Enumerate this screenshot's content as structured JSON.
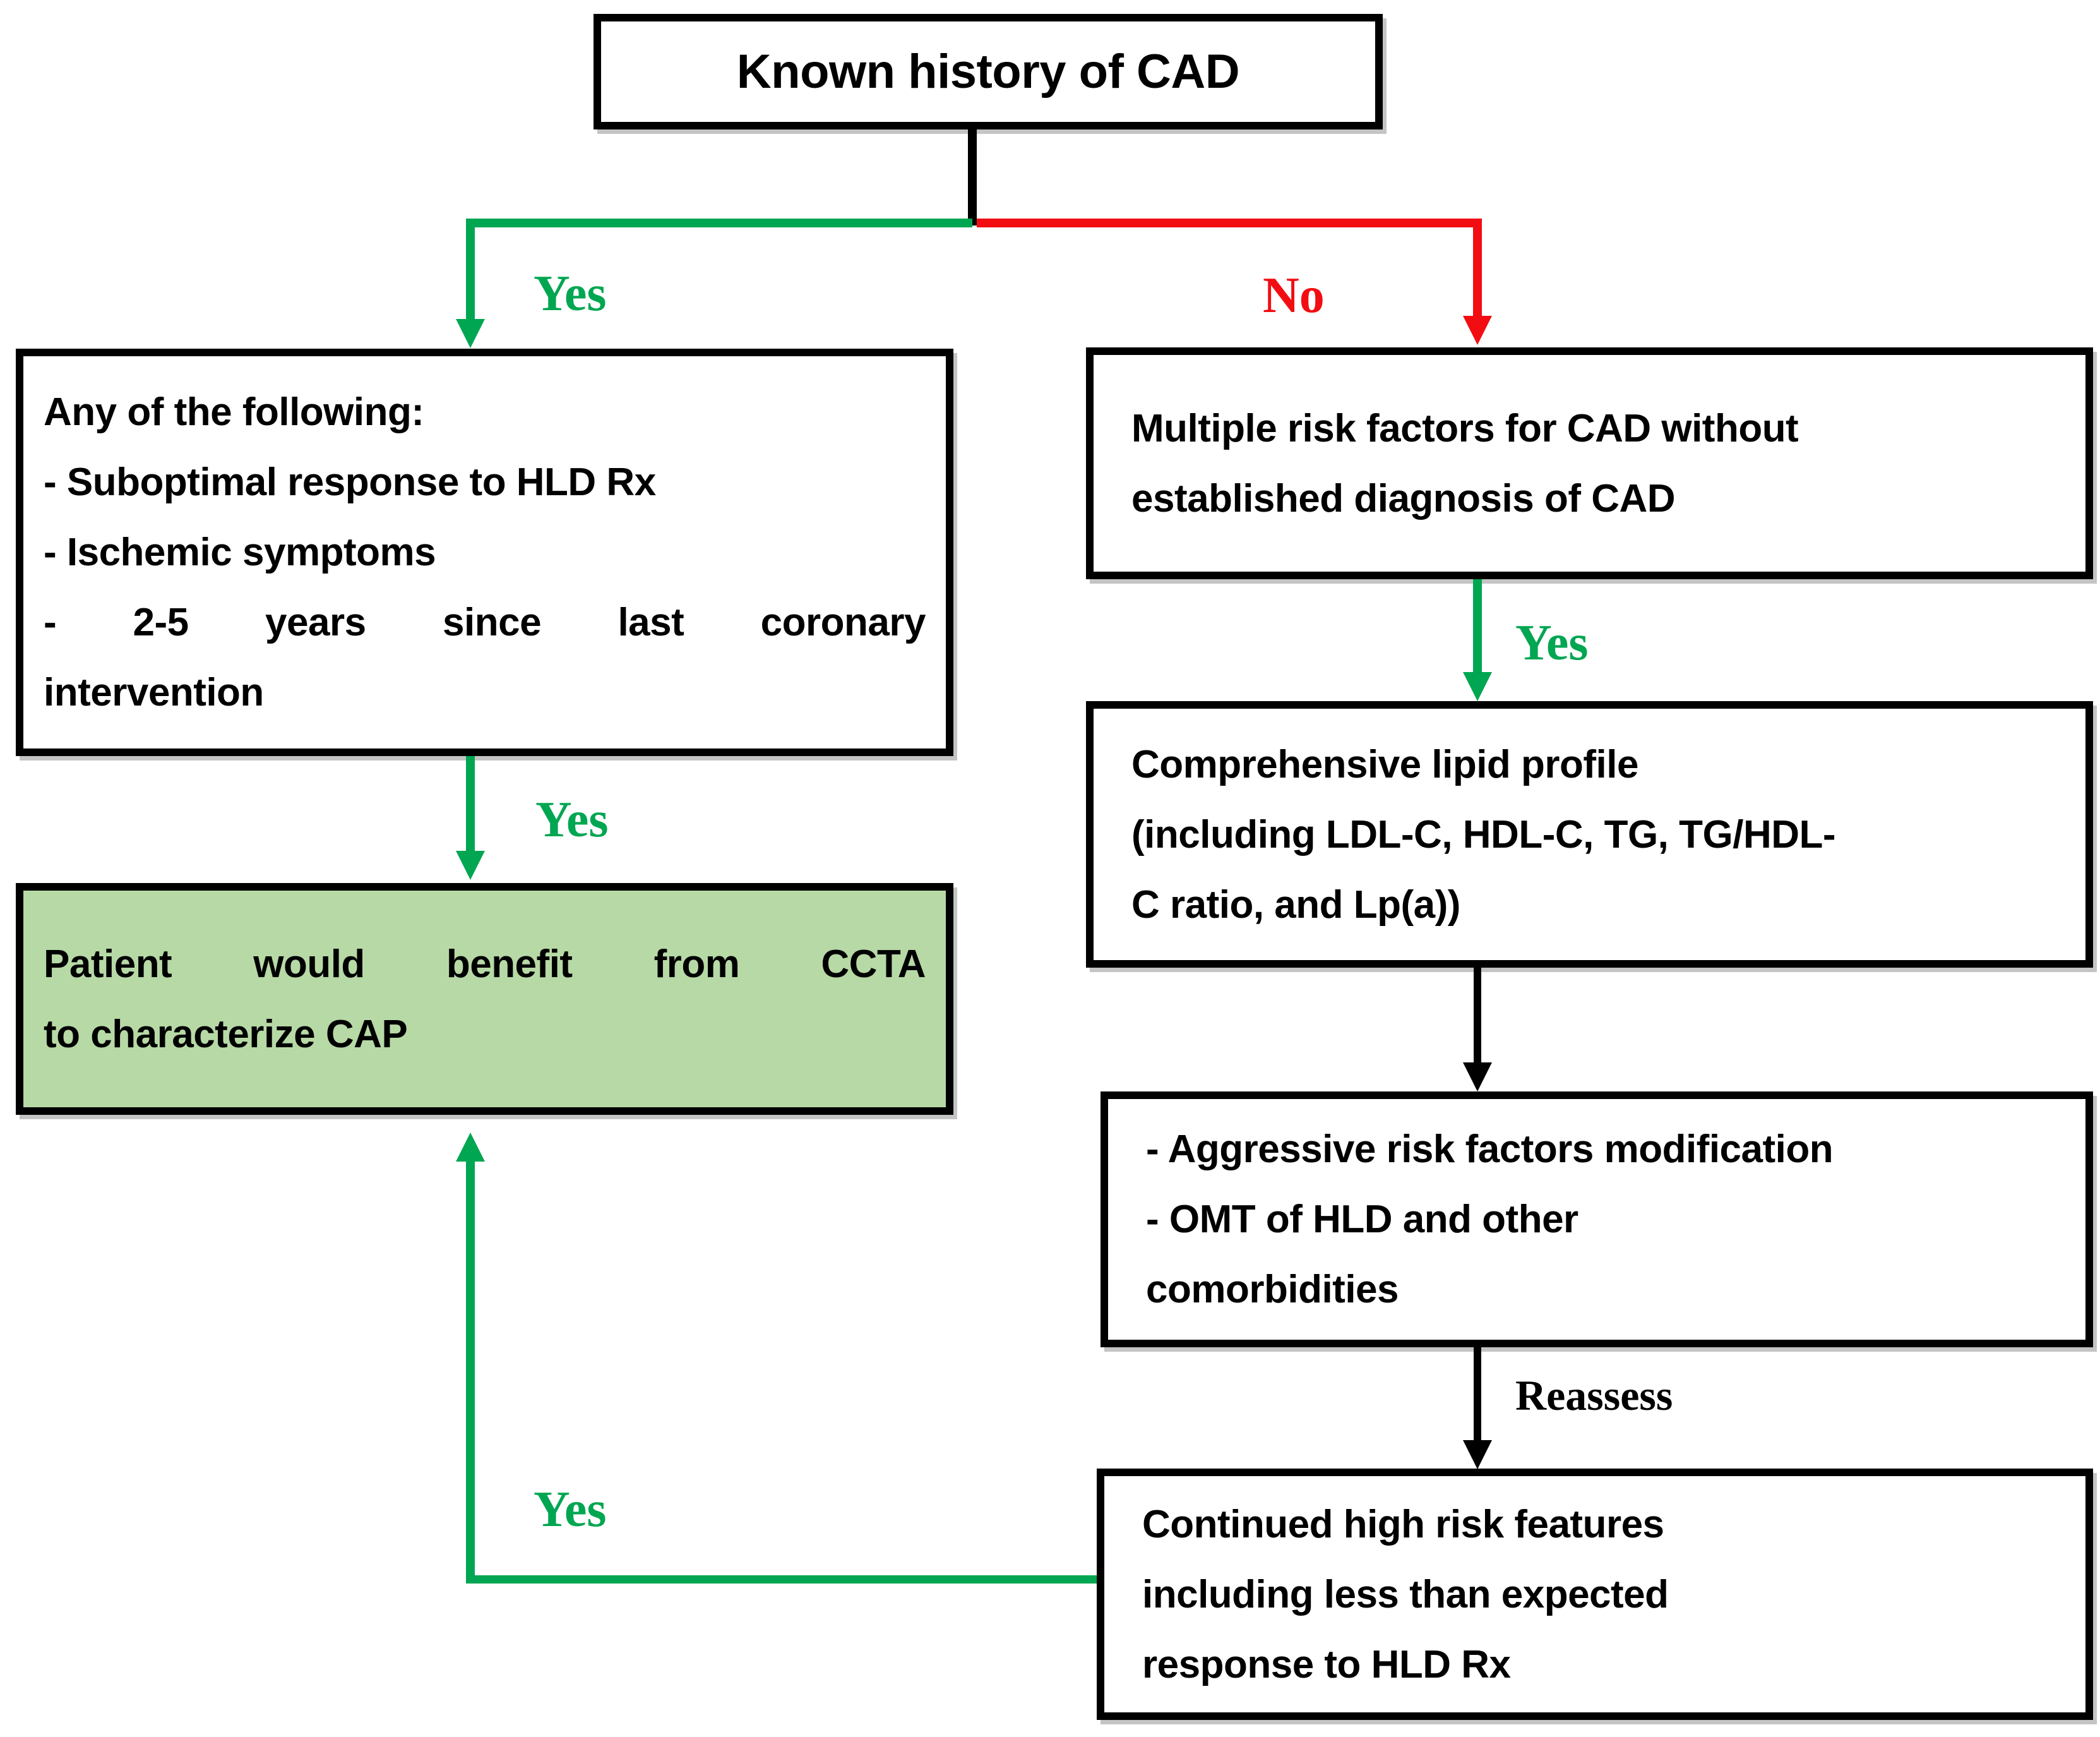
{
  "flowchart": {
    "colors": {
      "green": "#00a651",
      "red": "#f20d12",
      "light_green_fill": "#b7d9a6",
      "box_border": "#000000",
      "shadow": "#c4c4c4"
    },
    "nodes": {
      "known_cad": {
        "text": "Known history of CAD"
      },
      "criteria": {
        "lines": [
          "Any of the following:",
          "- Suboptimal response to HLD Rx",
          "- Ischemic symptoms",
          "- 2-5 years since last coronary",
          "intervention"
        ]
      },
      "outcome": {
        "lines": [
          "Patient would benefit from CCTA",
          "to characterize CAP"
        ]
      },
      "risk_factors": {
        "lines": [
          "Multiple risk factors for CAD without",
          "established diagnosis of CAD"
        ]
      },
      "lipid_profile": {
        "lines": [
          "Comprehensive lipid profile",
          "(including LDL-C, HDL-C, TG, TG/HDL-",
          "C ratio, and Lp(a))"
        ]
      },
      "management": {
        "lines": [
          "- Aggressive risk factors modification",
          "- OMT of HLD and other",
          "comorbidities"
        ]
      },
      "high_risk": {
        "lines": [
          "Continued high risk features",
          "including less than expected",
          "response to HLD Rx"
        ]
      }
    },
    "edge_labels": {
      "yes_left": "Yes",
      "no_right": "No",
      "yes_criteria": "Yes",
      "yes_risk": "Yes",
      "reassess": "Reassess",
      "yes_feedback": "Yes"
    }
  }
}
